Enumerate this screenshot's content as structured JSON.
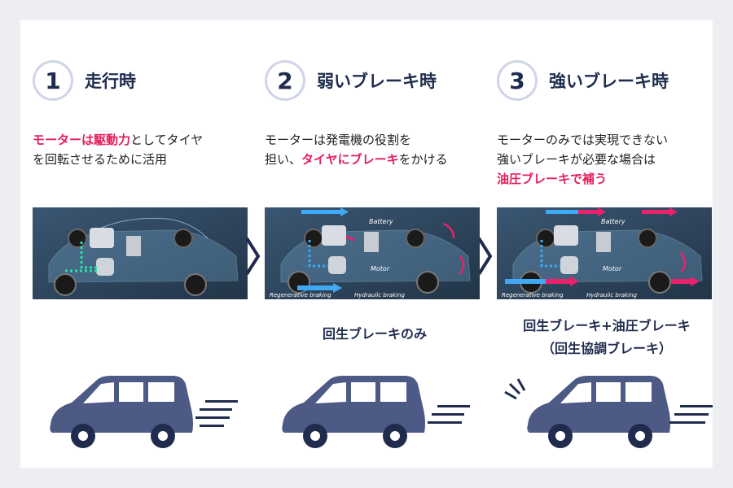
{
  "steps": [
    {
      "number": "1",
      "title": "走行時",
      "desc_line1": [
        {
          "text": "モーターは駆動力",
          "hl": true
        },
        {
          "text": "としてタイヤ",
          "hl": false
        }
      ],
      "desc_line2": [
        {
          "text": "を回転させるために活用",
          "hl": false
        }
      ],
      "desc_line3": [],
      "caption1": "",
      "caption2": ""
    },
    {
      "number": "2",
      "title": "弱いブレーキ時",
      "desc_line1": [
        {
          "text": "モーターは発電機の役割を",
          "hl": false
        }
      ],
      "desc_line2": [
        {
          "text": "担い、",
          "hl": false
        },
        {
          "text": "タイヤにブレーキ",
          "hl": true
        },
        {
          "text": "をかける",
          "hl": false
        }
      ],
      "desc_line3": [],
      "caption1": "回生ブレーキのみ",
      "caption2": ""
    },
    {
      "number": "3",
      "title": "強いブレーキ時",
      "desc_line1": [
        {
          "text": "モーターのみでは実現できない",
          "hl": false
        }
      ],
      "desc_line2": [
        {
          "text": "強いブレーキが必要な場合は",
          "hl": false
        }
      ],
      "desc_line3": [
        {
          "text": "油圧ブレーキで補う",
          "hl": true
        }
      ],
      "caption1": "回生ブレーキ+油圧ブレーキ",
      "caption2": "（回生協調ブレーキ）"
    }
  ],
  "diagram_labels": {
    "battery": "Battery",
    "motor": "Motor",
    "regen": "Regenerative braking",
    "hydraulic": "Hydraulic braking"
  },
  "colors": {
    "navy": "#1f2c4e",
    "highlight": "#e41e5b",
    "van": "#4d5a86",
    "blue_arrow": "#3fa9f5",
    "pink_arrow": "#e8226b"
  }
}
